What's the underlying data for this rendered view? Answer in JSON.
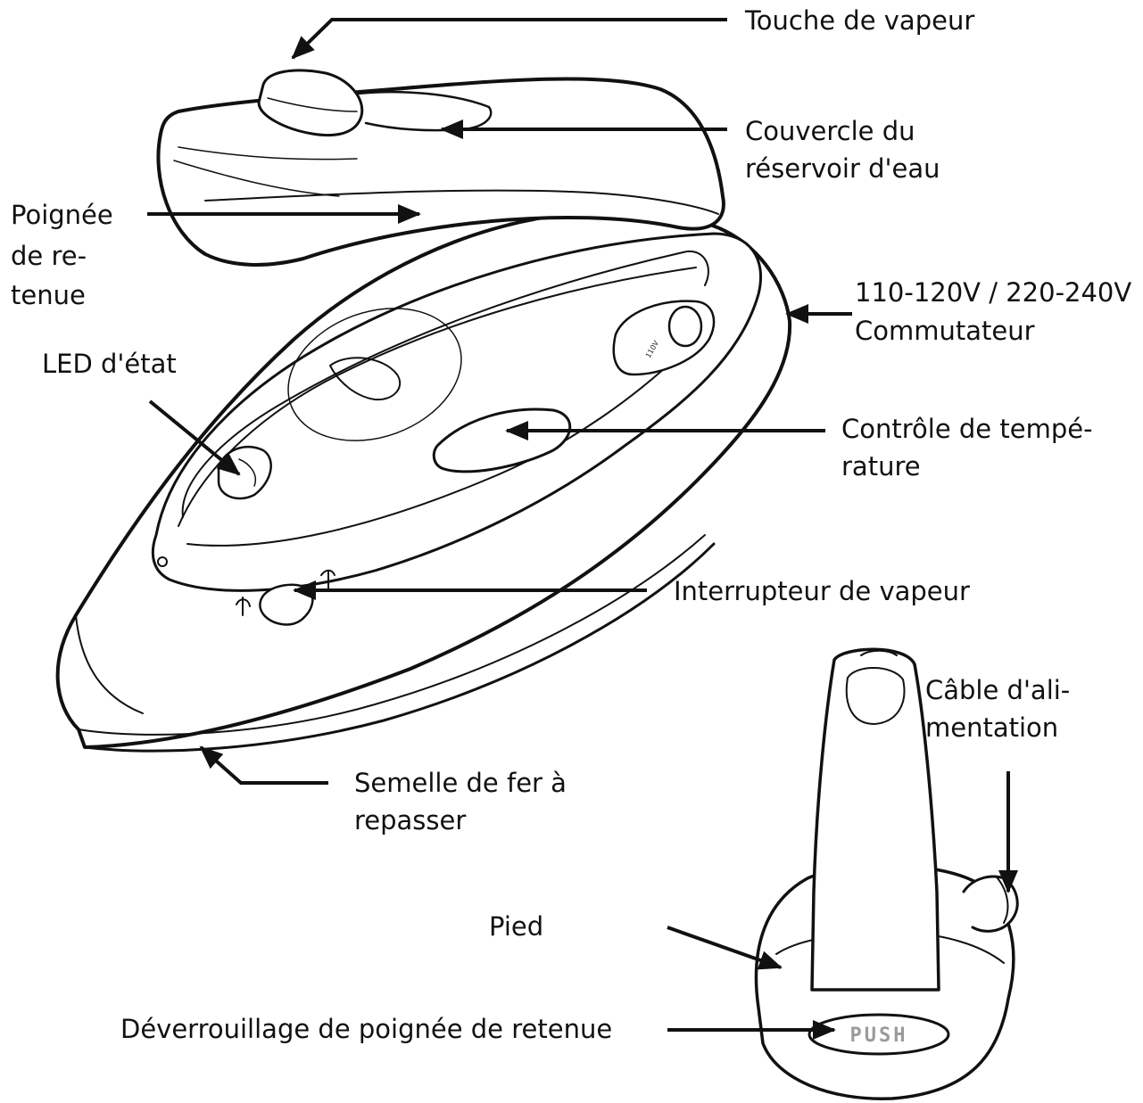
{
  "labels": {
    "steam_button": "Touche de vapeur",
    "water_tank_lid_1": "Couvercle du",
    "water_tank_lid_2": "réservoir d'eau",
    "retaining_handle_1": "Poignée",
    "retaining_handle_2": "de re-",
    "retaining_handle_3": "tenue",
    "voltage_switch_1": "110-120V / 220-240V",
    "voltage_switch_2": "Commutateur",
    "status_led": "LED d'état",
    "temperature_control_1": "Contrôle de tempé-",
    "temperature_control_2": "rature",
    "steam_switch": "Interrupteur de vapeur",
    "power_cable_1": "Câble d'ali-",
    "power_cable_2": "mentation",
    "soleplate_1": "Semelle de fer à",
    "soleplate_2": "repasser",
    "foot": "Pied",
    "handle_release": "Déverrouillage de poignée de retenue"
  },
  "stand": {
    "push_text": "PUSH"
  },
  "colors": {
    "line": "#111111",
    "background": "#ffffff"
  }
}
